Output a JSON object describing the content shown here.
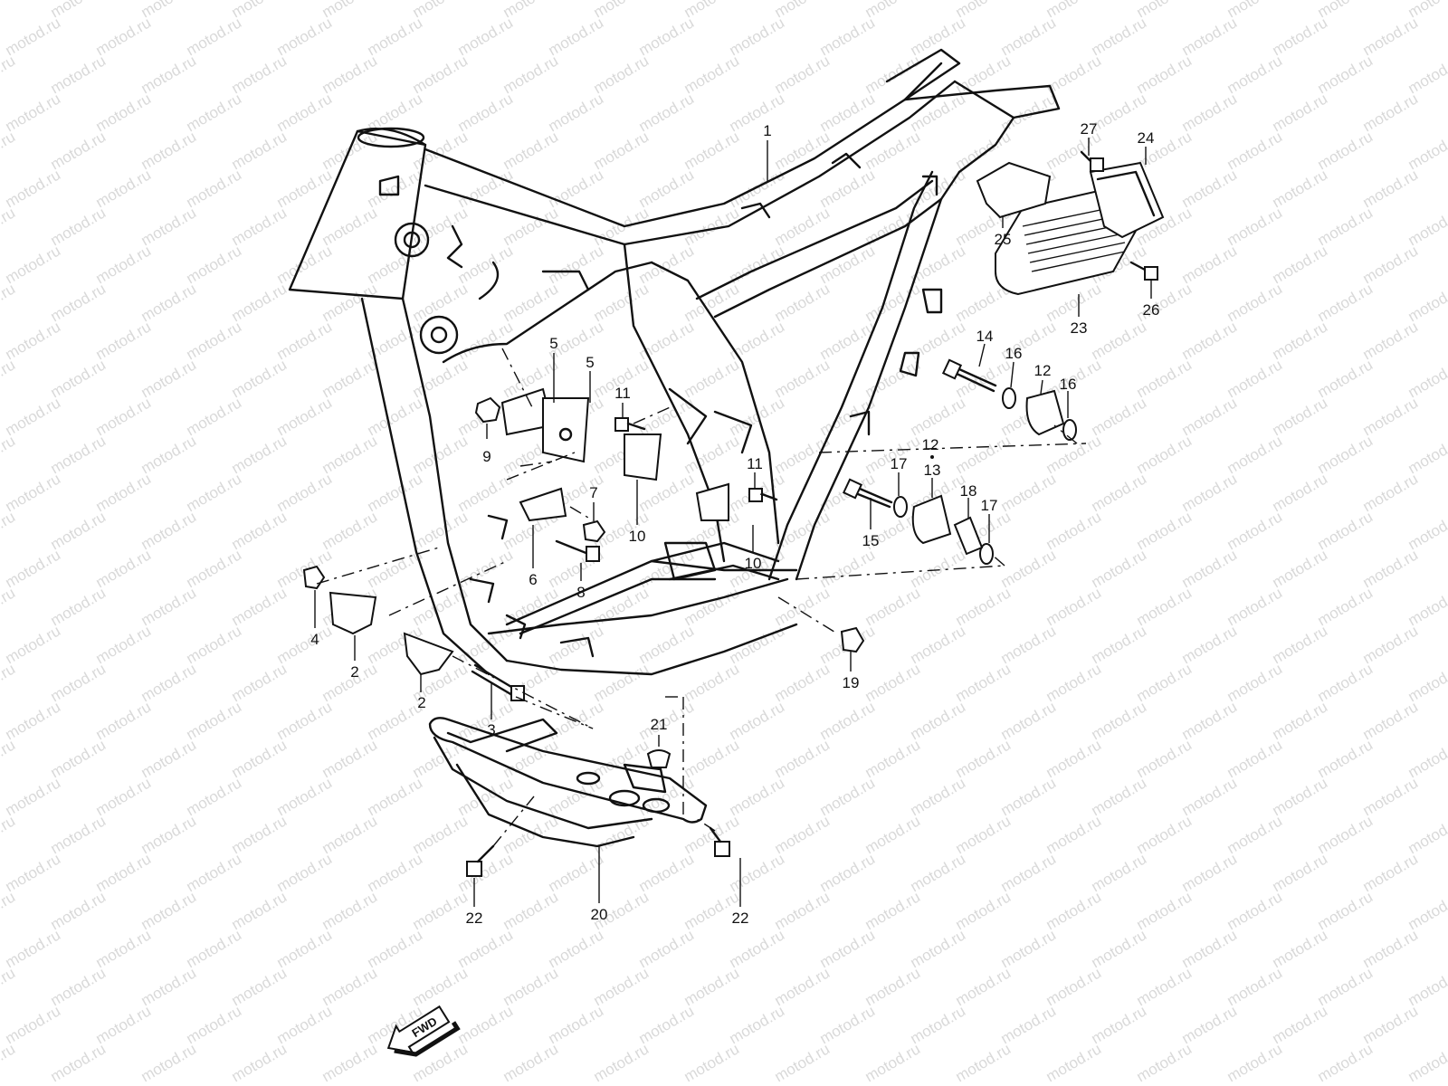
{
  "watermark": "motod.ru",
  "fwd_label": "FWD",
  "callouts": [
    "1",
    "2",
    "2",
    "3",
    "4",
    "5",
    "5",
    "6",
    "7",
    "8",
    "9",
    "10",
    "10",
    "11",
    "11",
    "12",
    "12",
    "13",
    "14",
    "15",
    "16",
    "16",
    "17",
    "17",
    "18",
    "19",
    "20",
    "21",
    "22",
    "22",
    "23",
    "24",
    "25",
    "26",
    "27"
  ],
  "colors": {
    "line": "#111111",
    "watermark": "#d9d9d9",
    "background": "#ffffff"
  }
}
